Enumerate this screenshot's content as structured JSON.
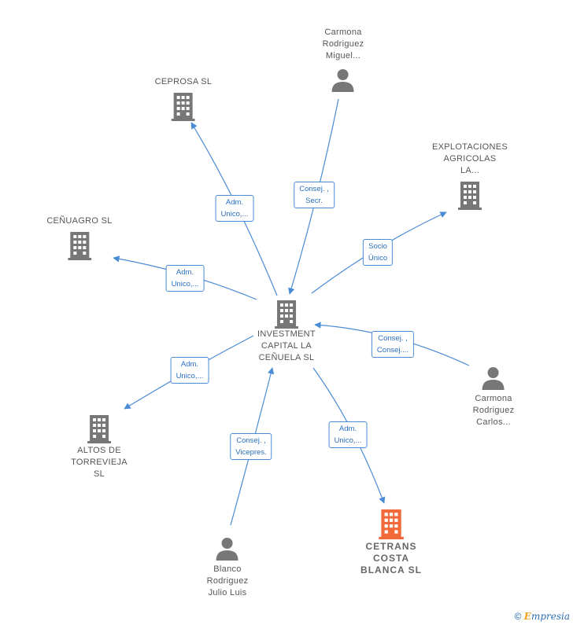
{
  "colors": {
    "edge": "#4a8bd6",
    "company": "#777777",
    "person": "#777777",
    "focus": "#f26a3a"
  },
  "nodes": [
    {
      "id": "center",
      "type": "company",
      "label": "INVESTMENT\nCAPITAL LA\nCEÑUELA  SL"
    },
    {
      "id": "ceprosa",
      "type": "company",
      "label": "CEPROSA  SL"
    },
    {
      "id": "carmona-miguel",
      "type": "person",
      "label": "Carmona\nRodriguez\nMiguel..."
    },
    {
      "id": "explotaciones",
      "type": "company",
      "label": "EXPLOTACIONES\nAGRICOLAS\nLA..."
    },
    {
      "id": "cenuagro",
      "type": "company",
      "label": "CEÑUAGRO  SL"
    },
    {
      "id": "carmona-carlos",
      "type": "person",
      "label": "Carmona\nRodriguez\nCarlos..."
    },
    {
      "id": "altos",
      "type": "company",
      "label": "ALTOS DE\nTORREVIEJA\nSL"
    },
    {
      "id": "cetrans",
      "type": "focus",
      "label": "CETRANS\nCOSTA\nBLANCA  SL"
    },
    {
      "id": "blanco",
      "type": "person",
      "label": "Blanco\nRodriguez\nJulio Luis"
    }
  ],
  "edges": [
    {
      "id": "e-ceprosa",
      "label": "Adm.\nUnico,..."
    },
    {
      "id": "e-carmona-miguel",
      "label": "Consej. ,\nSecr."
    },
    {
      "id": "e-explotaciones",
      "label": "Socio\nÚnico"
    },
    {
      "id": "e-cenuagro",
      "label": "Adm.\nUnico,..."
    },
    {
      "id": "e-carmona-carlos",
      "label": "Consej. ,\nConsej...."
    },
    {
      "id": "e-altos",
      "label": "Adm.\nUnico,..."
    },
    {
      "id": "e-cetrans",
      "label": "Adm.\nUnico,..."
    },
    {
      "id": "e-blanco",
      "label": "Consej. ,\nVicepres."
    }
  ],
  "footer": {
    "copyright": "©",
    "brand_initial": "E",
    "brand_rest": "mpresia"
  }
}
